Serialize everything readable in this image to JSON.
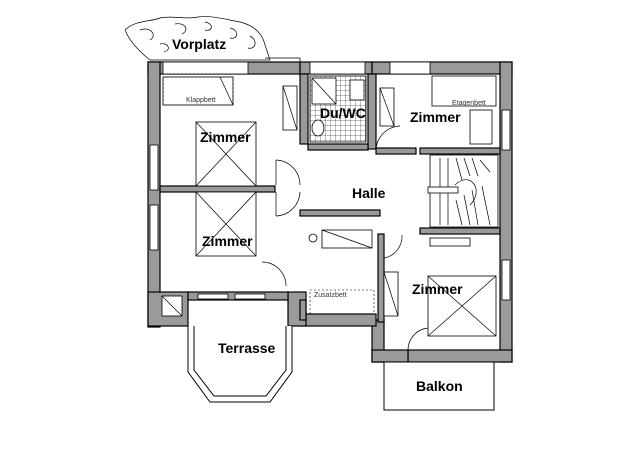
{
  "rooms": {
    "vorplatz": "Vorplatz",
    "duwc": "Du/WC",
    "zimmer_top_left": "Zimmer",
    "zimmer_top_right": "Zimmer",
    "halle": "Halle",
    "zimmer_mid_left": "Zimmer",
    "zimmer_lower_right": "Zimmer",
    "terrasse": "Terrasse",
    "balkon": "Balkon"
  },
  "furniture": {
    "klappbett": "Klappbett",
    "etagenbett": "Etagenbett",
    "zusatzbett": "Zusatzbett"
  },
  "colors": {
    "wall_fill": "#9a9a9a",
    "line": "#000000",
    "background": "#ffffff"
  }
}
